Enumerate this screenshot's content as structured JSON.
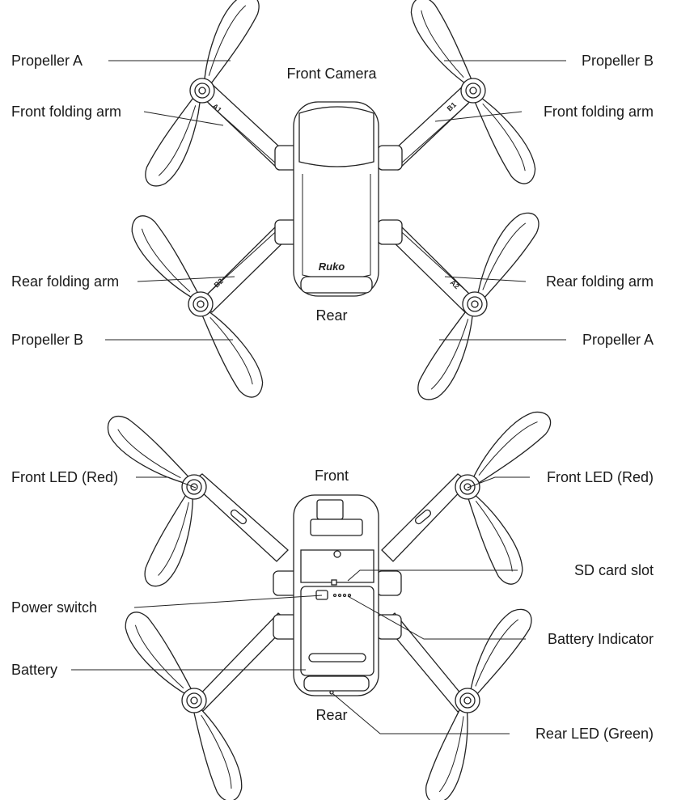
{
  "top_view": {
    "labels": {
      "propeller_a_tl": "Propeller A",
      "propeller_b_tr": "Propeller B",
      "front_camera": "Front Camera",
      "front_arm_left": "Front folding arm",
      "front_arm_right": "Front folding arm",
      "rear_arm_left": "Rear folding arm",
      "rear_arm_right": "Rear folding arm",
      "rear": "Rear",
      "propeller_b_bl": "Propeller B",
      "propeller_a_br": "Propeller A"
    },
    "brand": "Ruko",
    "arm_marks": {
      "a1": "A1",
      "b1": "B1",
      "b2": "B2",
      "a2": "A2"
    }
  },
  "bottom_view": {
    "labels": {
      "front": "Front",
      "front_led_left": "Front LED (Red)",
      "front_led_right": "Front LED (Red)",
      "sd_card_slot": "SD card slot",
      "power_switch": "Power switch",
      "battery_indicator": "Battery Indicator",
      "battery": "Battery",
      "rear": "Rear",
      "rear_led": "Rear LED (Green)"
    }
  }
}
